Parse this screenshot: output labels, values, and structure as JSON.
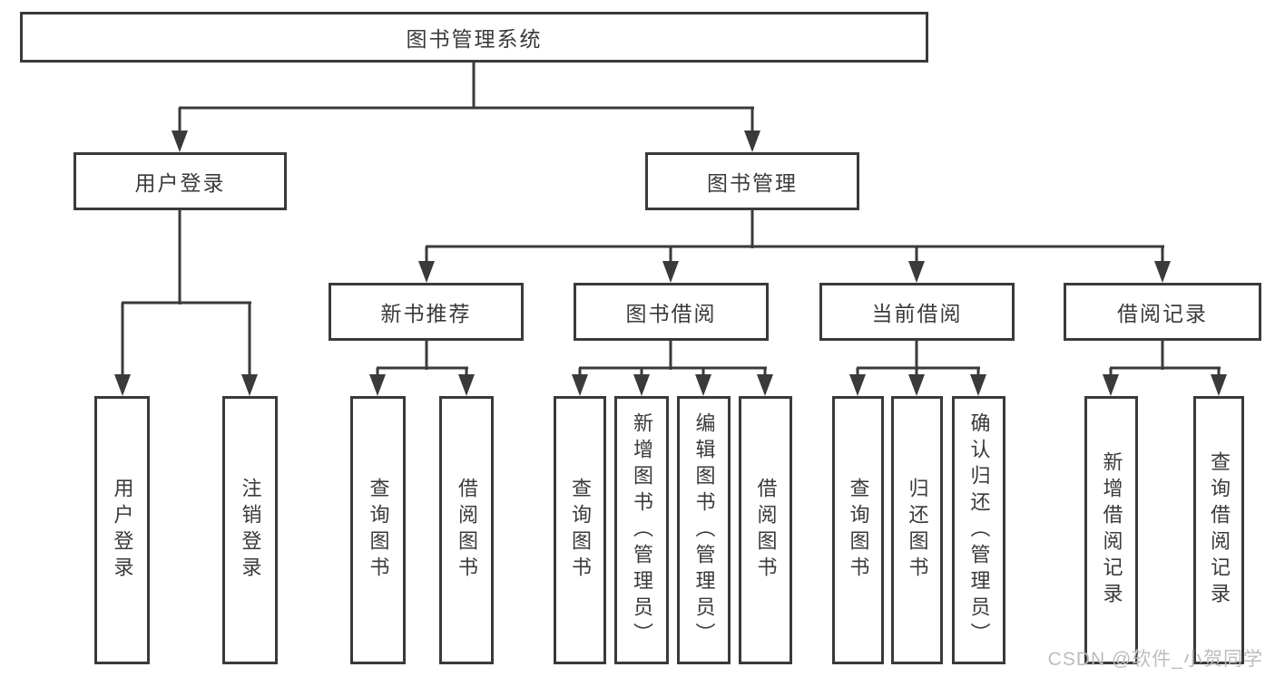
{
  "diagram": {
    "root": {
      "label": "图书管理系统"
    },
    "branches": [
      {
        "label": "用户登录",
        "children": [
          {
            "label": "用户登录"
          },
          {
            "label": "注销登录"
          }
        ]
      },
      {
        "label": "图书管理",
        "sections": [
          {
            "label": "新书推荐",
            "children": [
              {
                "label": "查询图书"
              },
              {
                "label": "借阅图书"
              }
            ]
          },
          {
            "label": "图书借阅",
            "children": [
              {
                "label": "查询图书"
              },
              {
                "label": "新增图书（管理员）"
              },
              {
                "label": "编辑图书（管理员）"
              },
              {
                "label": "借阅图书"
              }
            ]
          },
          {
            "label": "当前借阅",
            "children": [
              {
                "label": "查询图书"
              },
              {
                "label": "归还图书"
              },
              {
                "label": "确认归还（管理员）"
              }
            ]
          },
          {
            "label": "借阅记录",
            "children": [
              {
                "label": "新增借阅记录"
              },
              {
                "label": "查询借阅记录"
              }
            ]
          }
        ]
      }
    ]
  },
  "watermark": {
    "text": "CSDN @软件_小贺同学"
  },
  "colors": {
    "line": "#3a3a3a",
    "box_border": "#3a3a3a",
    "text": "#3a3a3a",
    "background": "#ffffff",
    "watermark": "#bdbdbd"
  }
}
